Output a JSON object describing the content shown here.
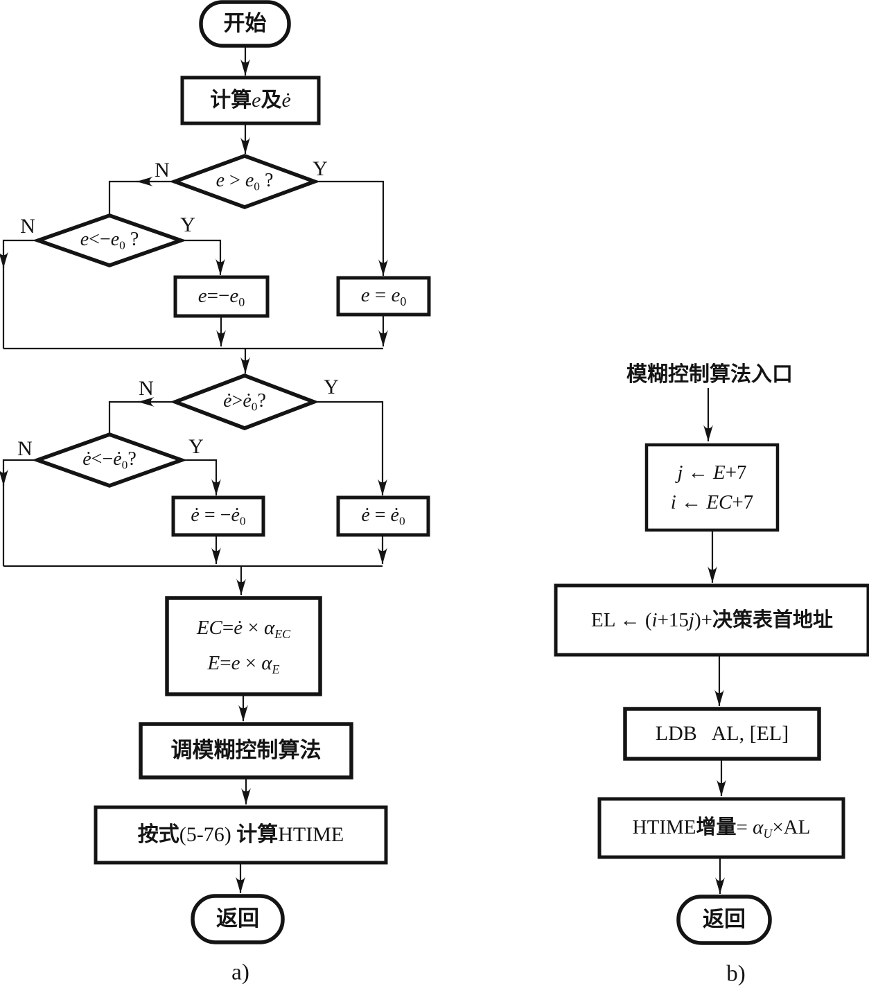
{
  "figure": {
    "caption_a": "a)",
    "caption_b": "b)",
    "branch_no": "N",
    "branch_yes": "Y",
    "colors": {
      "ink": "#141414",
      "paper": "#ffffff"
    }
  },
  "flow_a": {
    "start": "开始",
    "compute": {
      "t1": "计算",
      "t2": "e",
      "t3": "及",
      "t4": "ė"
    },
    "d_e_gt": {
      "t1": "e",
      "t2": " > ",
      "t3": "e",
      "sub": "0",
      "t4": " ?"
    },
    "d_e_lt": {
      "t1": "e",
      "t2": "<−",
      "t3": "e",
      "sub": "0",
      "t4": " ?"
    },
    "set_e_neg": {
      "t1": "e",
      "t2": "=−",
      "t3": "e",
      "sub": "0"
    },
    "set_e_pos": {
      "t1": "e",
      "t2": " = ",
      "t3": "e",
      "sub": "0"
    },
    "d_de_gt": {
      "t1": "ė",
      "t2": ">",
      "t3": "ė",
      "sub": "0",
      "t4": "?"
    },
    "d_de_lt": {
      "t1": "ė",
      "t2": "<−",
      "t3": "ė",
      "sub": "0",
      "t4": "?"
    },
    "set_de_neg": {
      "t1": "ė",
      "t2": " = −",
      "t3": "ė",
      "sub": "0"
    },
    "set_de_pos": {
      "t1": "ė",
      "t2": " = ",
      "t3": "ė",
      "sub": "0"
    },
    "scale": {
      "l1": {
        "t1": "EC",
        "t2": "=",
        "t3": "ė",
        "t4": " × ",
        "t5": "α",
        "sub": "EC"
      },
      "l2": {
        "t1": "E",
        "t2": "=",
        "t3": "e",
        "t4": " × ",
        "t5": "α",
        "sub": "E"
      }
    },
    "call_fuzzy": "调模糊控制算法",
    "calc_htime": {
      "t1": "按式",
      "t2": "(5-76) ",
      "t3": "计算",
      "t4": "HTIME"
    },
    "return": "返回"
  },
  "flow_b": {
    "entry": "模糊控制算法入口",
    "init": {
      "l1": {
        "t1": "j",
        "t2": " ← ",
        "t3": "E",
        "t4": "+7"
      },
      "l2": {
        "t1": "i",
        "t2": " ← ",
        "t3": "EC",
        "t4": "+7"
      }
    },
    "addr": {
      "t1": "EL ← (",
      "t2": "i",
      "t3": "+15",
      "t4": "j",
      "t5": ")+",
      "t6": "决策表首地址"
    },
    "load": "LDB   AL, [EL]",
    "htime_inc": {
      "t1": "HTIME",
      "t2": "增量",
      "t3": "= ",
      "t4": "α",
      "sub": "U",
      "t5": "×AL"
    },
    "return": "返回"
  }
}
